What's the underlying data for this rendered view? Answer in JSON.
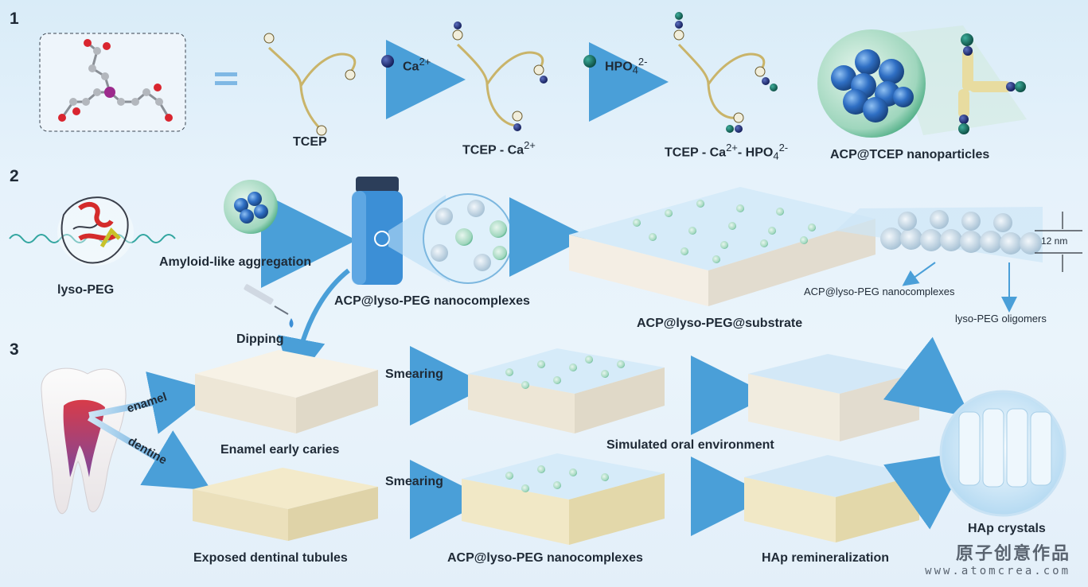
{
  "sections": {
    "one": "1",
    "two": "2",
    "three": "3"
  },
  "row1": {
    "tcep": "TCEP",
    "ca_ion": "Ca",
    "ca_charge": "2+",
    "hpo4": "HPO",
    "hpo4_sub": "4",
    "hpo4_charge": "2-",
    "tcep_ca": "TCEP - Ca",
    "tcep_ca_charge": "2+",
    "tcep_ca_hpo4_a": "TCEP - Ca",
    "tcep_ca_hpo4_b": "- HPO",
    "nanoparticles": "ACP@TCEP nanoparticles"
  },
  "row2": {
    "lyso_peg": "lyso-PEG",
    "amyloid": "Amyloid-like aggregation",
    "nanocomplexes": "ACP@lyso-PEG nanocomplexes",
    "substrate": "ACP@lyso-PEG@substrate",
    "thickness": "12 nm",
    "nano_label": "ACP@lyso-PEG nanocomplexes",
    "oligomers": "lyso-PEG oligomers",
    "dipping": "Dipping"
  },
  "row3": {
    "enamel": "enamel",
    "dentine": "dentine",
    "smearing1": "Smearing",
    "smearing2": "Smearing",
    "enamel_caries": "Enamel early caries",
    "simulated": "Simulated oral environment",
    "tubules": "Exposed dentinal tubules",
    "nanocomplexes": "ACP@lyso-PEG nanocomplexes",
    "remin": "HAp remineralization",
    "hap": "HAp crystals"
  },
  "watermark": {
    "cn": "原子创意作品",
    "en": "www.atomcrea.com"
  },
  "colors": {
    "arrow": "#4a9fd8",
    "calcium": "#1b2a6b",
    "phosphate": "#0f6b5e",
    "particle": "#2f6fc4",
    "tcep_strand": "#c9b46a"
  }
}
